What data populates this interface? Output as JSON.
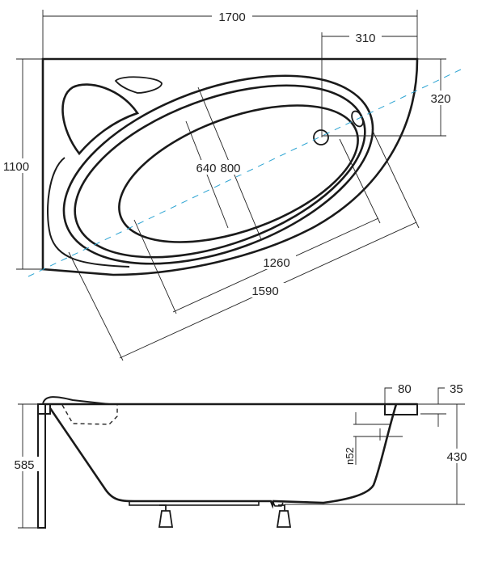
{
  "top_view": {
    "dims": {
      "length": "1700",
      "drain_offset_x": "310",
      "drain_offset_y": "320",
      "width": "1100",
      "inner_width": "640",
      "outer_width": "800",
      "inner_length": "1260",
      "outer_length": "1590"
    },
    "axis_color": "#2aa3d2"
  },
  "side_view": {
    "dims": {
      "total_height": "585",
      "tub_depth": "430",
      "rim": "80",
      "flange": "35",
      "overflow": "n52"
    }
  }
}
